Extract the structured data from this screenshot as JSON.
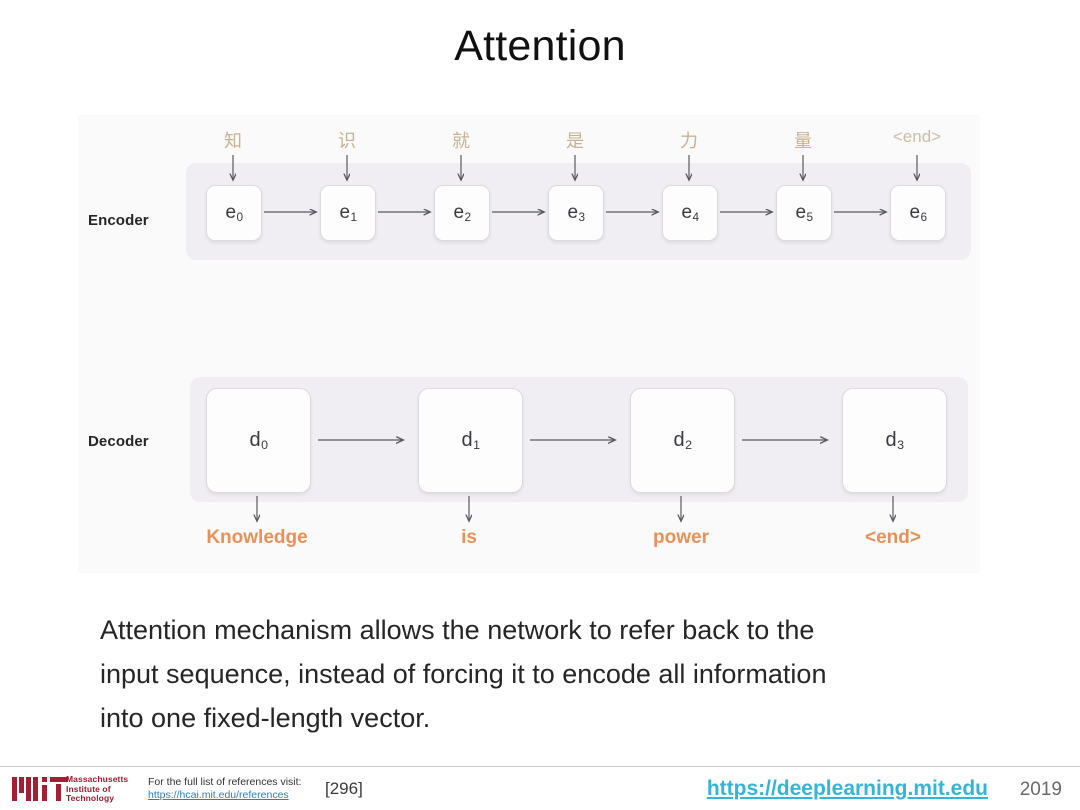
{
  "slide": {
    "title": "Attention",
    "body_lines": [
      "Attention mechanism allows the network to refer back to the",
      "input sequence, instead of forcing it to encode all information",
      "into one fixed-length vector."
    ]
  },
  "figure": {
    "encoder_label": "Encoder",
    "decoder_label": "Decoder",
    "input_tokens": [
      "知",
      "识",
      "就",
      "是",
      "力",
      "量",
      "<end>"
    ],
    "encoder_cells": [
      "e0",
      "e1",
      "e2",
      "e3",
      "e4",
      "e5",
      "e6"
    ],
    "encoder_cell_base": [
      "e",
      "e",
      "e",
      "e",
      "e",
      "e",
      "e"
    ],
    "encoder_cell_sub": [
      "0",
      "1",
      "2",
      "3",
      "4",
      "5",
      "6"
    ],
    "decoder_cells": [
      "d0",
      "d1",
      "d2",
      "d3"
    ],
    "decoder_cell_base": [
      "d",
      "d",
      "d",
      "d"
    ],
    "decoder_cell_sub": [
      "0",
      "1",
      "2",
      "3"
    ],
    "output_tokens": [
      "Knowledge",
      "is",
      "power",
      "<end>"
    ],
    "colors": {
      "input_token": "#c8b293",
      "output_token": "#e7915b",
      "band": "#f0eef3",
      "cell_border": "#dcdade",
      "arrow": "#5a5a62"
    }
  },
  "footer": {
    "mit_wordmark_lines": [
      "Massachusetts",
      "Institute of",
      "Technology"
    ],
    "reference_note": "For the full list of references visit:",
    "reference_url": "https://hcai.mit.edu/references",
    "reference_number": "[296]",
    "course_url": "https://deeplearning.mit.edu",
    "year": "2019"
  }
}
